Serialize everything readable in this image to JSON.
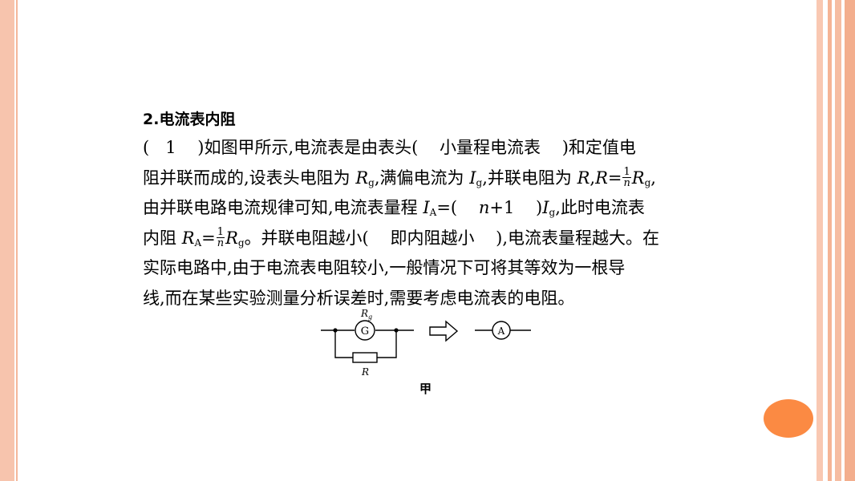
{
  "colors": {
    "frame_left": "#f7c4ad",
    "frame_right": [
      "#f9c8b2",
      "#ffffff",
      "#f5b495",
      "#ffffff",
      "#f6bda2",
      "#ffffff",
      "#f3ae8d"
    ],
    "page_dot": "#fb8a43"
  },
  "section": {
    "title": "2.电流表内阻"
  },
  "paragraph": {
    "l1": "(   1    )如图甲所示,电流表是由表头(    小量程电流表    )和定值电",
    "l2a": "阻并联而成的,设表头电阻为 ",
    "l2b": ",满偏电流为 ",
    "l2c": ",并联电阻为 ",
    "l2d": ",",
    "l2e": "=",
    "l2f": ",",
    "l3a": "由并联电路电流规律可知,电流表量程 ",
    "l3b": "=(    ",
    "l3c": "+1    )",
    "l3d": ",此时电流表",
    "l4a": "内阻 ",
    "l4b": "=",
    "l4c": "。并联电阻越小(    即内阻越小    ),电流表量程越大。在",
    "l5": "实际电路中,由于电流表电阻较小,一般情况下可将其等效为一根导",
    "l6": "线,而在某些实验测量分析误差时,需要考虑电流表的电阻。"
  },
  "symbols": {
    "R": "R",
    "g": "g",
    "I": "I",
    "A": "A",
    "n": "n",
    "one": "1"
  },
  "figure": {
    "galvanometer": "G",
    "ammeter": "A",
    "rg_label": "R",
    "rg_sub": "g",
    "r_label": "R",
    "caption": "甲"
  }
}
